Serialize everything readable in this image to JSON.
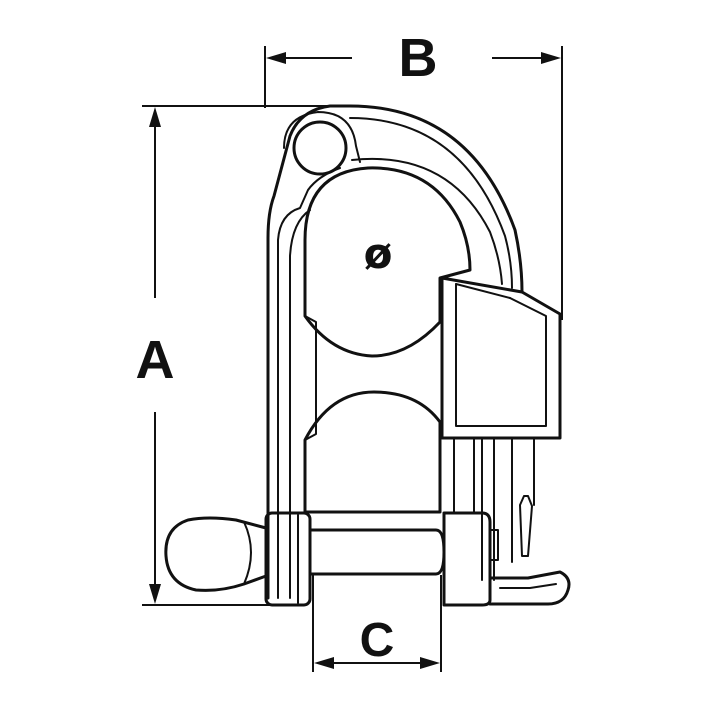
{
  "labels": {
    "dim_a": "A",
    "dim_b": "B",
    "dim_c": "C",
    "diameter": "ø"
  },
  "colors": {
    "stroke": "#111111",
    "background": "#ffffff"
  }
}
